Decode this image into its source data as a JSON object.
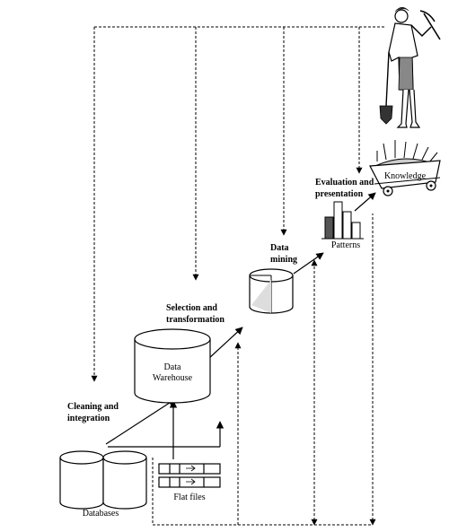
{
  "stages": {
    "cleaning_line1": "Cleaning and",
    "cleaning_line2": "integration",
    "selection_line1": "Selection and",
    "selection_line2": "transformation",
    "mining_line1": "Data",
    "mining_line2": "mining",
    "evaluation_line1": "Evaluation and",
    "evaluation_line2": "presentation"
  },
  "nodes": {
    "databases": "Databases",
    "flat_files": "Flat files",
    "warehouse_line1": "Data",
    "warehouse_line2": "Warehouse",
    "patterns": "Patterns",
    "knowledge": "Knowledge"
  },
  "icons": [
    "database-cylinder-icon",
    "flat-file-icon",
    "warehouse-cylinder-icon",
    "data-cube-icon",
    "bar-chart-icon",
    "ore-cart-icon",
    "miner-woman-icon"
  ]
}
